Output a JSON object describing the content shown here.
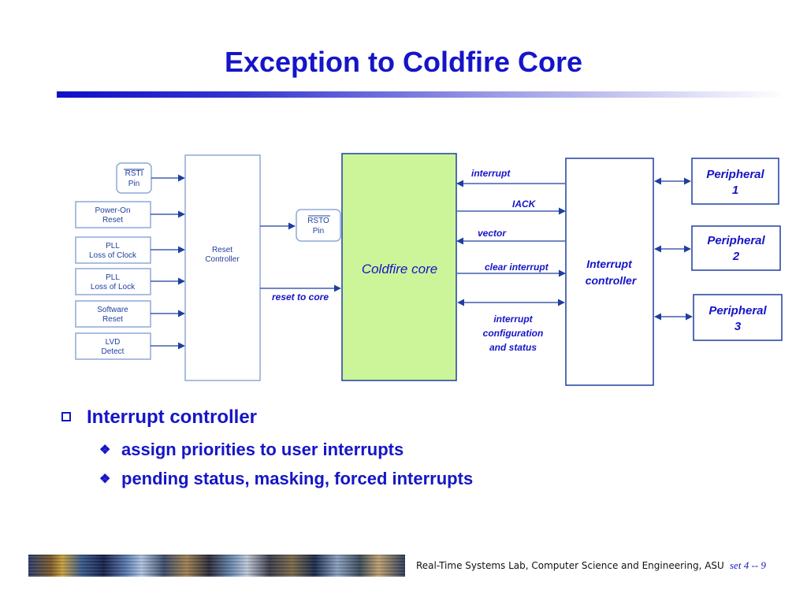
{
  "slide": {
    "title": "Exception to Coldfire Core",
    "accent_color": "#1515c8"
  },
  "diagram": {
    "reset_sources": {
      "rsti_line1": "RSTI",
      "rsti_line2": "Pin",
      "power_on_line1": "Power-On",
      "power_on_line2": "Reset",
      "pll_clock_line1": "PLL",
      "pll_clock_line2": "Loss of Clock",
      "pll_lock_line1": "PLL",
      "pll_lock_line2": "Loss of Lock",
      "software_line1": "Software",
      "software_line2": "Reset",
      "lvd_line1": "LVD",
      "lvd_line2": "Detect"
    },
    "reset_controller_line1": "Reset",
    "reset_controller_line2": "Controller",
    "rsto_line1": "RSTO",
    "rsto_line2": "Pin",
    "reset_to_core": "reset to core",
    "core_label": "Coldfire core",
    "core_fill": "#ccf59a",
    "signals": {
      "interrupt": "interrupt",
      "iack": "IACK",
      "vector": "vector",
      "clear_interrupt": "clear interrupt",
      "config_line1": "interrupt",
      "config_line2": "configuration",
      "config_line3": "and status"
    },
    "interrupt_controller_line1": "Interrupt",
    "interrupt_controller_line2": "controller",
    "peripherals": [
      {
        "line1": "Peripheral",
        "line2": "1"
      },
      {
        "line1": "Peripheral",
        "line2": "2"
      },
      {
        "line1": "Peripheral",
        "line2": "3"
      }
    ]
  },
  "bullets": {
    "main": "Interrupt controller",
    "sub": [
      "assign priorities to user interrupts",
      "pending status, masking, forced interrupts"
    ]
  },
  "footer": {
    "text": "Real-Time Systems Lab, Computer Science and Engineering, ASU",
    "page": "set 4 -- 9"
  }
}
